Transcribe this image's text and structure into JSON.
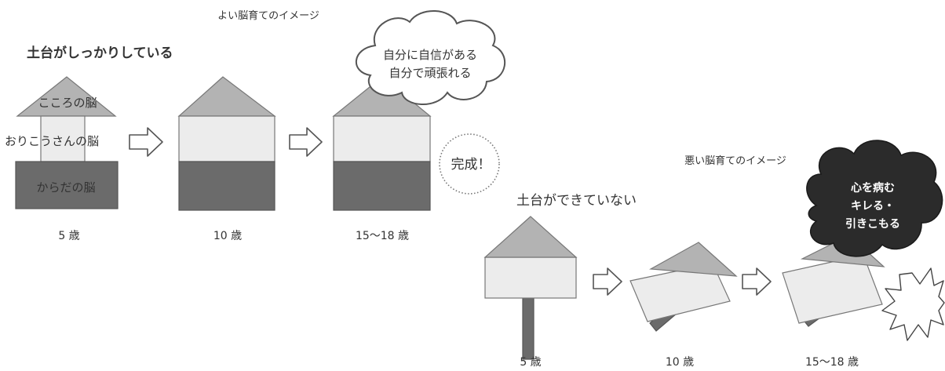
{
  "good": {
    "title": "よい脳育てのイメージ",
    "heading": "土台がしっかりしている",
    "layers": {
      "top": "こころの脳",
      "middle": "おりこうさんの脳",
      "bottom": "からだの脳"
    },
    "ages": [
      "5 歳",
      "10 歳",
      "15〜18 歳"
    ],
    "cloud_line1": "自分に自信がある",
    "cloud_line2": "自分で頑張れる",
    "complete": "完成！"
  },
  "bad": {
    "title": "悪い脳育てのイメージ",
    "heading": "土台ができていない",
    "ages": [
      "5 歳",
      "10 歳",
      "15〜18 歳"
    ],
    "cloud_line1": "心を病む",
    "cloud_line2": "キレる・",
    "cloud_line3": "引きこもる"
  },
  "colors": {
    "roof": "#b3b3b3",
    "middle": "#ececec",
    "base": "#6b6b6b",
    "dark_cloud": "#2b2b2b"
  }
}
